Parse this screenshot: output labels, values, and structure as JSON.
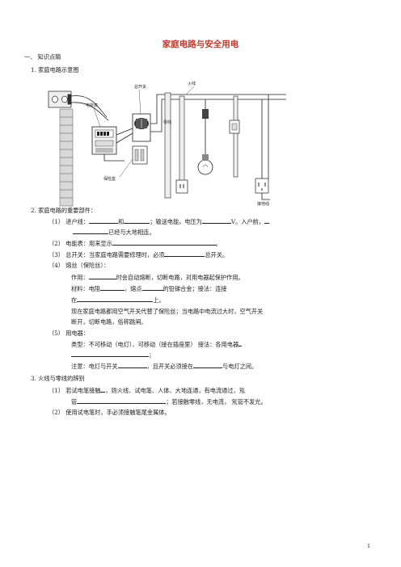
{
  "title": "家庭电路与安全用电",
  "section1": "一、  知识点睛",
  "item1": "1.   家庭电路示意图",
  "diagram_labels": {
    "fire_wire": "火线",
    "neutral_wire": "零线",
    "main_switch": "总开关",
    "meter": "电能表",
    "fuse_box": "保险盒",
    "ground_wire": "接地线"
  },
  "item2": "2.   家庭电路的重要部件：",
  "p1": {
    "num": "（1）",
    "a": "进户线：",
    "b": "和",
    "c": "；输送电能，电压为",
    "d": "V。入户前，",
    "e": "已经与大地相连。"
  },
  "p2": {
    "num": "（2）",
    "a": "电能表：用来显示",
    "b": "。"
  },
  "p3": {
    "num": "（3）",
    "a": "总开关：当家庭电路需要修理时，必须",
    "b": "总开关。"
  },
  "p4": {
    "num": "（4）",
    "head": "熔丝（保险丝）：",
    "l1a": "作用：",
    "l1b": "时会自动熔断，切断电路，对用电器起保护作用。",
    "l2a": "材料：电阻",
    "l2b": "，熔点",
    "l2c": "的铅锑合金；接法：连接",
    "l3a": "在",
    "l3b": "上。",
    "l4": "现在家庭电路都用空气开关代替了保险丝；当电路中电流过大时，空气开关",
    "l5": "断开，切断电路，俗称跳闸。"
  },
  "p5": {
    "num": "（5）",
    "head": "用电器：",
    "l1": "类型：不可移动（电灯）、可移动（接在插座里）  接法：各用电器",
    "l2end": "；",
    "l3a": "注意：电灯与开关",
    "l3b": "，且开关必须接在",
    "l3c": "与电灯之间。"
  },
  "item3": "3.   火线与零线的辨别",
  "q1": {
    "num": "（1）",
    "a": "若试电笔接触",
    "b": "，则火线、试电笔、人体、大地连通，有电流通过，氖",
    "c": "管",
    "d": "；若接触零线，无电流，  氖管不发光。"
  },
  "q2": {
    "num": "（2）",
    "a": "使用试电笔时，手必须接触笔尾金属体。"
  },
  "page_number": "1"
}
